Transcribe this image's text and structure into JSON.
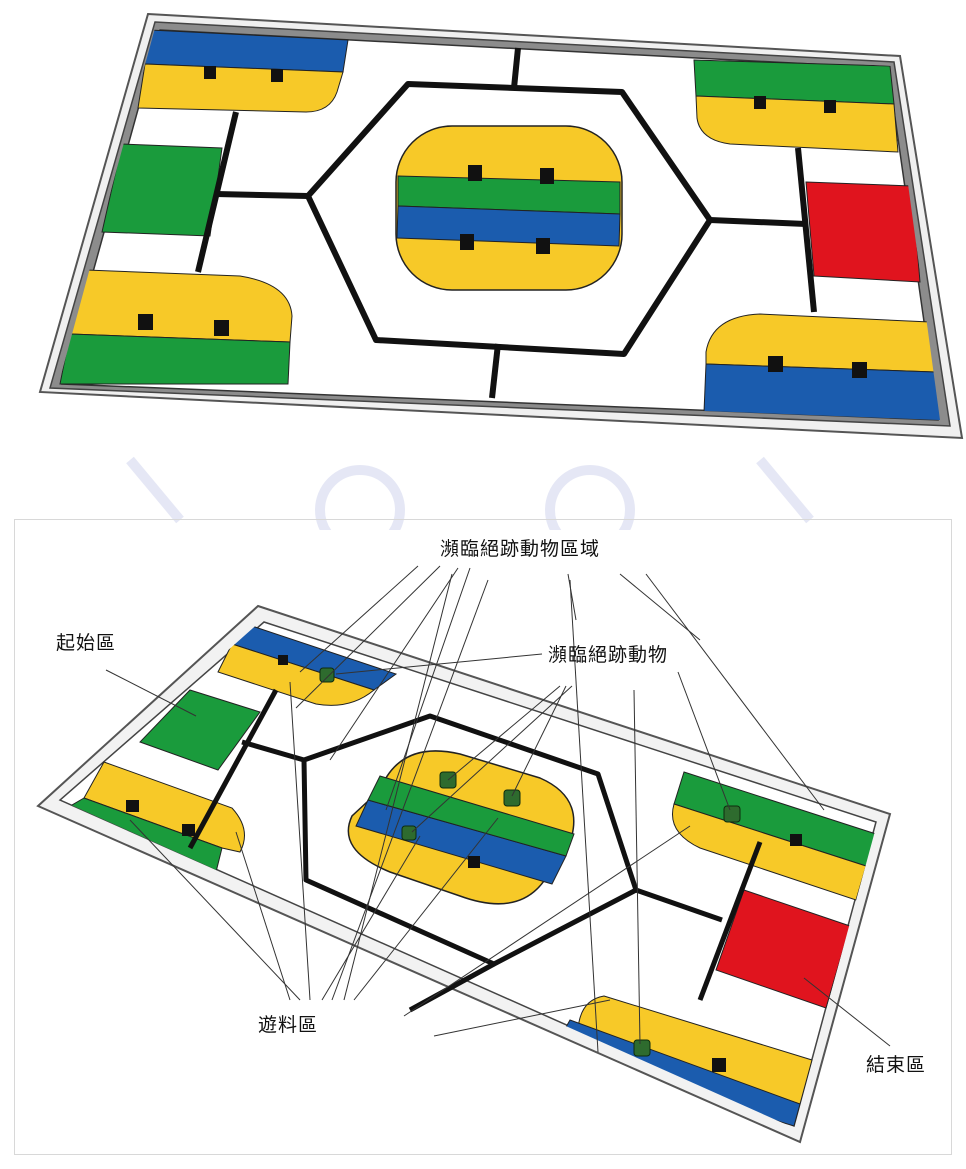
{
  "colors": {
    "blue": "#1b5cae",
    "yellow": "#f7c928",
    "green": "#1a9b3c",
    "red": "#e0141e",
    "line": "#111111",
    "wall": "#9a9a9a",
    "animal": "#2e7d32"
  },
  "labels": {
    "endangered_animal_area": "瀕臨絕跡動物區域",
    "start_area": "起始區",
    "endangered_animal": "瀕臨絕跡動物",
    "feed_area": "遊料區",
    "end_area": "結束區"
  },
  "icons": [
    "endangered-animal-icon"
  ]
}
